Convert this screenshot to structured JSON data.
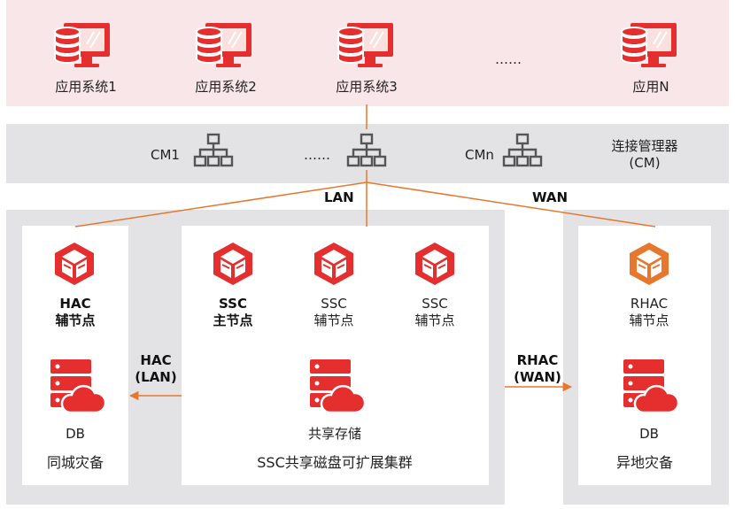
{
  "apps": {
    "items": [
      "应用系统1",
      "应用系统2",
      "应用系统3",
      "应用N"
    ],
    "ellipsis": "……"
  },
  "cm": {
    "items": [
      "CM1",
      "CMn"
    ],
    "ellipsis": "……",
    "title_line1": "连接管理器",
    "title_line2": "(CM)"
  },
  "network": {
    "lan": "LAN",
    "wan": "WAN"
  },
  "left": {
    "hac_line1": "HAC",
    "hac_line2": "辅节点",
    "db": "DB",
    "title": "同城灾备",
    "link_line1": "HAC",
    "link_line2": "(LAN)"
  },
  "center": {
    "main_line1": "SSC",
    "main_line2": "主节点",
    "aux1_line1": "SSC",
    "aux1_line2": "辅节点",
    "aux2_line1": "SSC",
    "aux2_line2": "辅节点",
    "storage": "共享存储",
    "title": "SSC共享磁盘可扩展集群"
  },
  "right": {
    "rhac_line1": "RHAC",
    "rhac_line2": "辅节点",
    "db": "DB",
    "title": "异地灾备",
    "link_line1": "RHAC",
    "link_line2": "(WAN)"
  },
  "colors": {
    "red": "#e52f2f",
    "orange": "#e8772e",
    "pink_band": "#f9e6e8",
    "grey": "#e3e3e5"
  }
}
